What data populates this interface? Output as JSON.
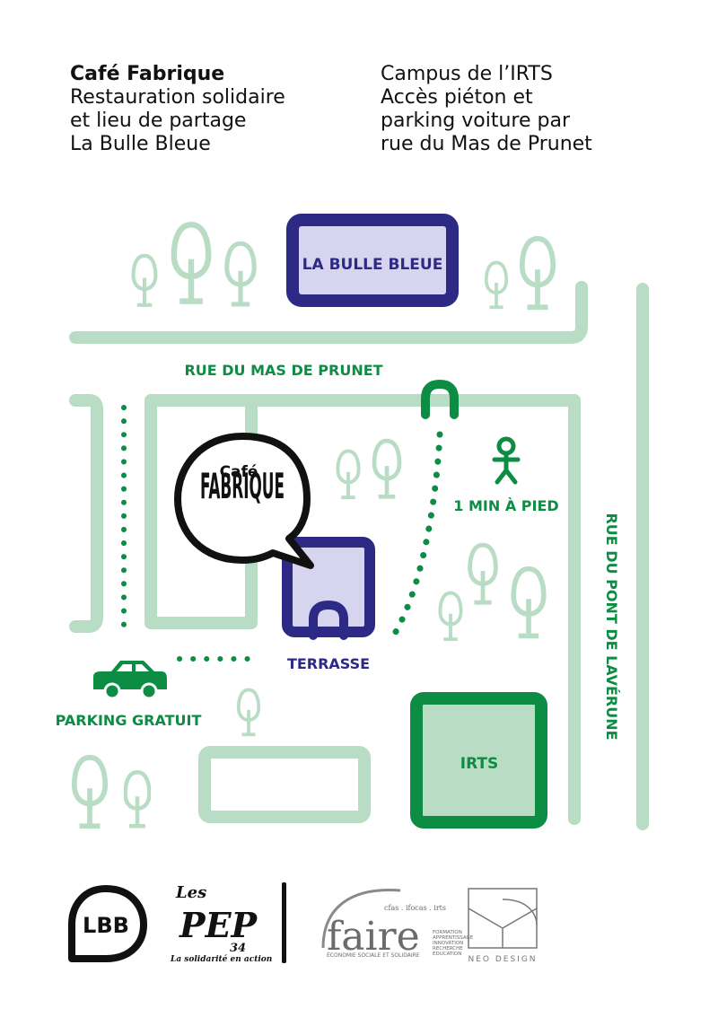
{
  "header": {
    "left": {
      "title": "Café Fabrique",
      "line1": "Restauration solidaire",
      "line2": "et lieu de partage",
      "line3": "La Bulle Bleue"
    },
    "right": {
      "line1": "Campus de l’IRTS",
      "line2": "Accès piéton et",
      "line3": "parking voiture par",
      "line4": "rue du Mas de Prunet"
    }
  },
  "map": {
    "buildings": {
      "bulle_bleue": "LA BULLE BLEUE",
      "irts": "IRTS",
      "terrasse": "TERRASSE"
    },
    "streets": {
      "mas_de_prunet": "RUE DU MAS DE PRUNET",
      "pont_de_laverune": "RUE DU PONT DE LAVÉRUNE"
    },
    "walk_time": "1 MIN À PIED",
    "parking": "PARKING GRATUIT",
    "bubble": {
      "line1": "Café",
      "line2": "FABRIQUE"
    }
  },
  "footer": {
    "lbb": "LBB",
    "pep_top": "Les",
    "pep_main": "PEP",
    "pep_num": "34",
    "pep_tagline": "La solidarité en action",
    "faire_top": "cfas . ifocas . irts",
    "faire_main": "faire",
    "faire_sub1": "FORMATION",
    "faire_sub2": "APPRENTISSAGE",
    "faire_sub3": "INNOVATION",
    "faire_sub4": "RECHERCHE",
    "faire_sub5": "ÉDUCATION",
    "faire_bottom": "ÉCONOMIE SOCIALE ET SOLIDAIRE",
    "neo": "NEO DESIGN"
  },
  "colors": {
    "street": "#b9dcc4",
    "green": "#0d8c43",
    "navy": "#2d2a86",
    "lavender": "#d6d4ee",
    "irts_fill": "#b9dcc4"
  }
}
